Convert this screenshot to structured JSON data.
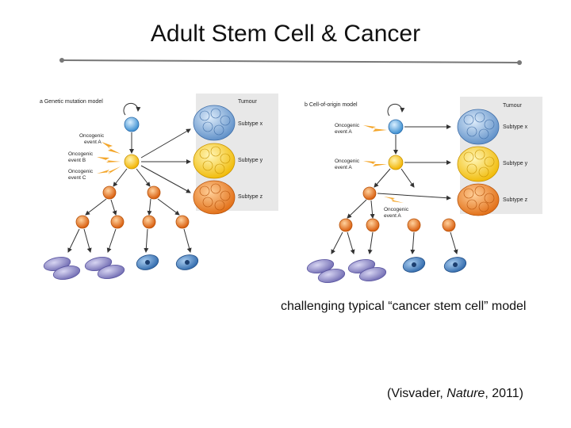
{
  "slide": {
    "title": "Adult Stem Cell & Cancer",
    "caption": "challenging typical “cancer stem cell” model",
    "citation": {
      "prefix": "(Visvader, ",
      "journal": "Nature",
      "suffix": ", 2011)"
    }
  },
  "panel_a": {
    "heading": "a Genetic mutation model",
    "tumour_label": "Tumour",
    "events": [
      "Oncogenic event A",
      "Oncogenic event B",
      "Oncogenic event C"
    ],
    "subtypes": [
      "Subtype x",
      "Subtype y",
      "Subtype z"
    ]
  },
  "panel_b": {
    "heading": "b Cell-of-origin model",
    "tumour_label": "Tumour",
    "events": [
      "Oncogenic event A",
      "Oncogenic event A",
      "Oncogenic event A"
    ],
    "subtypes": [
      "Subtype x",
      "Subtype y",
      "Subtype z"
    ]
  },
  "colors": {
    "stem": "#6fb6e0",
    "progenitor": "#f7c51c",
    "committed": "#e8731c",
    "differentiated_blue": "#3d7cc0",
    "differentiated_purple": "#8a86c8",
    "tumour_blue": "#7fa9d6",
    "tumour_yellow": "#f6cf2c",
    "tumour_orange": "#f08a2c",
    "tumour_bg": "#e8e8e8"
  }
}
